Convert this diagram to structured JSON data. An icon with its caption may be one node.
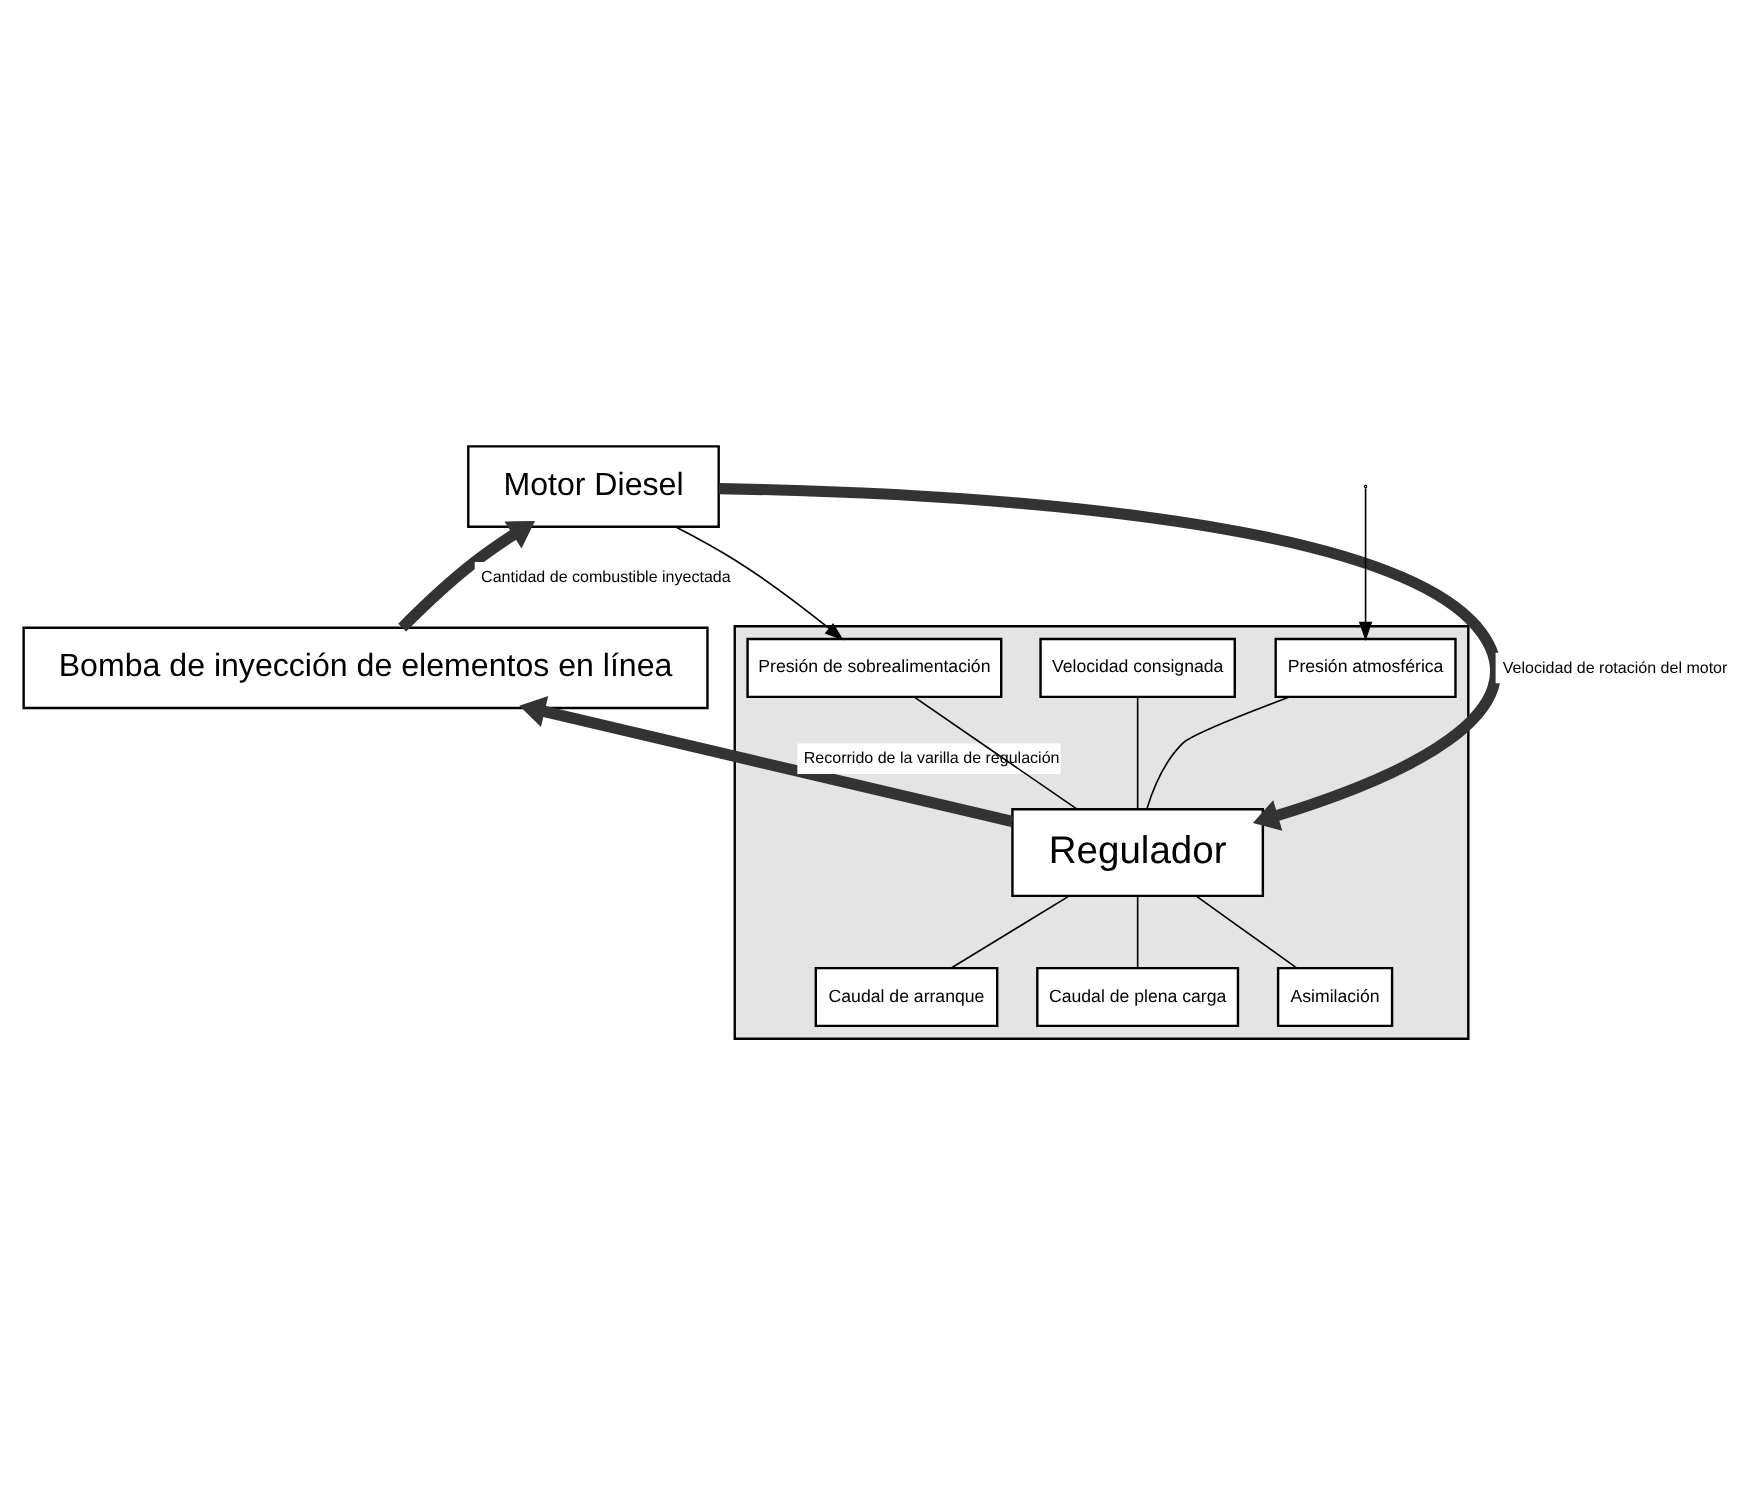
{
  "diagram": {
    "nodes": [
      {
        "text": [
          "Motor Diesel"
        ]
      },
      {
        "text": [
          "Bomba de inyección de elementos en línea"
        ]
      },
      {
        "text": [],
        "shape": "box"
      },
      {
        "text": [
          "Presión atmosférica"
        ],
        "in": 2
      },
      {
        "text": [
          "Velocidad consignada"
        ],
        "in": 2
      },
      {
        "text": [
          "Presión de sobrealimentación"
        ],
        "in": 2
      },
      {
        "text": [
          "Regulador"
        ],
        "in": 2
      },
      {
        "text": [
          "Caudal de arranque"
        ],
        "in": 2
      },
      {
        "text": [
          "Caudal de plena carga"
        ],
        "in": 2
      },
      {
        "text": [
          "Asimilación"
        ],
        "in": 2
      }
    ],
    "edges": [
      {
        "from": 1,
        "to": 0,
        "arrow": "to",
        "label": "Cantidad de combustible inyectada",
        "style": "thick"
      },
      {
        "from": 0,
        "to": 6,
        "arrow": "to",
        "label": "Velocidad de rotación del motor",
        "style": "thick"
      },
      {
        "from": 6,
        "to": 1,
        "arrow": "to",
        "label": "Recorrido de la varilla de regulación",
        "style": "thick"
      },
      {
        "from": 0,
        "to": 5,
        "arrow": "to"
      },
      {
        "from": null,
        "to": 3,
        "arrow": "to"
      },
      {
        "from": 3,
        "to": 6,
        "arrow": "none"
      },
      {
        "from": 4,
        "to": 6,
        "arrow": "none"
      },
      {
        "from": 5,
        "to": 6,
        "arrow": "none"
      },
      {
        "from": 6,
        "to": 7,
        "arrow": "none"
      },
      {
        "from": 6,
        "to": 8,
        "arrow": "none"
      },
      {
        "from": 6,
        "to": 9,
        "arrow": "none"
      }
    ]
  }
}
